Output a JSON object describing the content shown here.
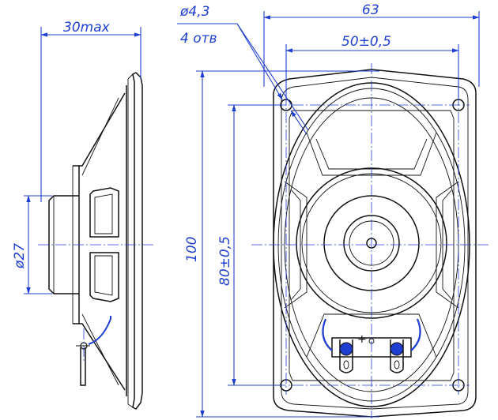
{
  "dimensions": {
    "depth_max": "30max",
    "magnet_diameter": "ø27",
    "hole_diameter": "ø4,3",
    "hole_count": "4 отв",
    "width_total": "63",
    "hole_spacing_x": "50±0,5",
    "height_total": "100",
    "hole_spacing_y": "80±0,5"
  },
  "terminal_marks": {
    "plus": "+"
  },
  "colors": {
    "dimension": "#1f3fd0",
    "outline": "#111111",
    "terminal": "#1f3fd0"
  }
}
